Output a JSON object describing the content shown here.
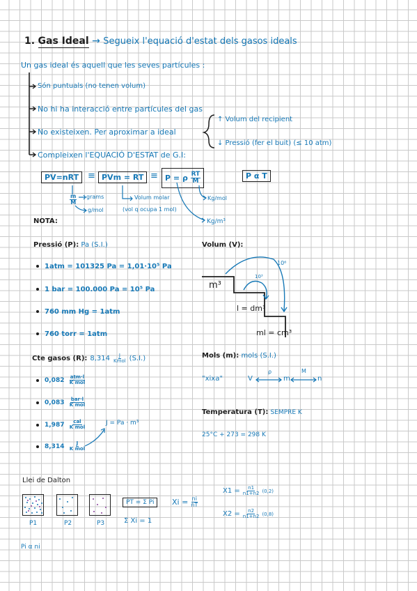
{
  "title": {
    "num": "1.",
    "name": "Gas Ideal",
    "arrow": "→",
    "sub": "Segueix l'equació d'estat dels gasos ideals"
  },
  "intro": "Un gas ideal és aquell que les seves partícules :",
  "list": {
    "a": "Són puntuals (no tenen volum)",
    "b": "No hi ha interacció entre partícules del gas",
    "c": "No existeixen. Per aproximar a ideal",
    "d": "Compleixen l'EQUACIÓ D'ESTAT de G.I:"
  },
  "brace": {
    "up": "↑ Volum del recipient",
    "down": "↓ Pressió (fer el buit) (≤ 10 atm)"
  },
  "eq": {
    "e1": "PV=nRT",
    "eq1": "≡",
    "e2": "PVm = RT",
    "eq2": "≡",
    "e3a": "P = ρ",
    "e3n": "RT",
    "e3d": "M",
    "e4": "P α T",
    "nfrac_n": "m",
    "nfrac_d": "M",
    "n_arrow": "→",
    "grams": "grams",
    "gmol": "g/mol",
    "vm": "Volum molar",
    "vm2": "(vol q ocupa 1 mol)",
    "kgmol": "Kg/mol",
    "kgm3": "Kg/m³"
  },
  "nota": "NOTA:",
  "pressio": {
    "head": "Pressió (P):",
    "unit": "Pa (S.I.)",
    "l1": "1atm = 101325 Pa = 1,01·10⁵ Pa",
    "l2": "1 bar = 100.000 Pa = 10⁵ Pa",
    "l3": "760 mm Hg = 1atm",
    "l4": "760 torr = 1atm"
  },
  "volum": {
    "head": "Volum (V):",
    "m3": "m³",
    "l": "l = dm³",
    "ml": "ml = cm³",
    "e6": "10⁶",
    "e3": "10³"
  },
  "cte": {
    "head": "Cte gasos (R):",
    "si_val": "8,314",
    "si_n": "J",
    "si_d": "Kmol",
    "si_unit": "(S.I.)",
    "r1": "0,082",
    "r1n": "atm·l",
    "r1d": "K mol",
    "r2": "0,083",
    "r2n": "bar·l",
    "r2d": "K mol",
    "r3": "1,987",
    "r3n": "cal",
    "r3d": "K mol",
    "r4": "8,314",
    "r4n": "J",
    "r4d": "K mol",
    "jpa": "J = Pa · m³"
  },
  "mols": {
    "head": "Mols (m):",
    "unit": "mols (S.I.)",
    "xixa": "\"xixa\"",
    "v": "V",
    "rho": "ρ",
    "m": "m",
    "M": "M",
    "n": "n"
  },
  "temp": {
    "head": "Temperatura (T):",
    "unit": "SEMPRE K",
    "conv": "25°C + 273 = 298 K"
  },
  "dalton": {
    "head": "Llei de Dalton",
    "p1": "P1",
    "p2": "P2",
    "p3": "P3",
    "pt": "PT = Σ Pi",
    "sum": "Σ Xi = 1",
    "chi": "Xi =",
    "chi_n": "ni",
    "chi_d": "nT",
    "x1": "X1 =",
    "x1n": "n1",
    "x1d": "n1+n2",
    "x1v": "(0,2)",
    "x2": "X2 =",
    "x2n": "n2",
    "x2d": "n1+n2",
    "x2v": "(0,8)",
    "prop": "Pi α ni"
  }
}
